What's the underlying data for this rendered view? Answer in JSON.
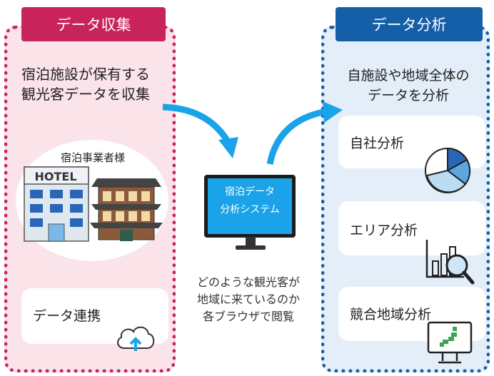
{
  "left": {
    "tab_label": "データ収集",
    "description_line1": "宿泊施設が保有する",
    "description_line2": "観光客データを収集",
    "hotel_caption": "宿泊事業者様",
    "hotel_sign": "HOTEL",
    "link_label": "データ連携"
  },
  "center": {
    "monitor_line1": "宿泊データ",
    "monitor_line2": "分析システム",
    "text_line1": "どのような観光客が",
    "text_line2": "地域に来ているのか",
    "text_line3": "各ブラウザで閲覧"
  },
  "right": {
    "tab_label": "データ分析",
    "description_line1": "自施設や地域全体の",
    "description_line2": "データを分析",
    "cards": [
      {
        "label": "自社分析",
        "icon": "pie-chart-icon"
      },
      {
        "label": "エリア分析",
        "icon": "bar-chart-magnifier-icon"
      },
      {
        "label": "競合地域分析",
        "icon": "monitor-map-icon"
      }
    ]
  },
  "colors": {
    "pink_accent": "#c8235a",
    "pink_bg": "#fbe3ea",
    "blue_accent": "#155fa8",
    "blue_bg": "#e3eef9",
    "arrow": "#1aa3e8"
  }
}
